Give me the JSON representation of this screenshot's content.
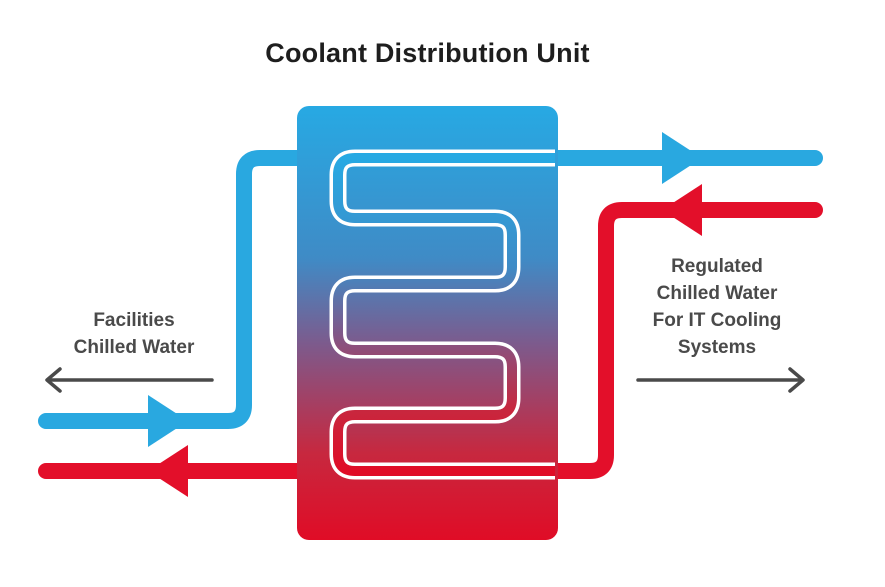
{
  "title": "Coolant Distribution Unit",
  "labels": {
    "left": [
      "Facilities",
      "Chilled Water"
    ],
    "right": [
      "Regulated",
      "Chilled Water",
      "For IT Cooling",
      "Systems"
    ]
  },
  "colors": {
    "supply_blue": "#29a8e0",
    "return_red": "#e30f2a",
    "text_dark": "#1e1e1e",
    "label_gray": "#4a4a4a",
    "arrow_gray": "#4a4a4a"
  }
}
